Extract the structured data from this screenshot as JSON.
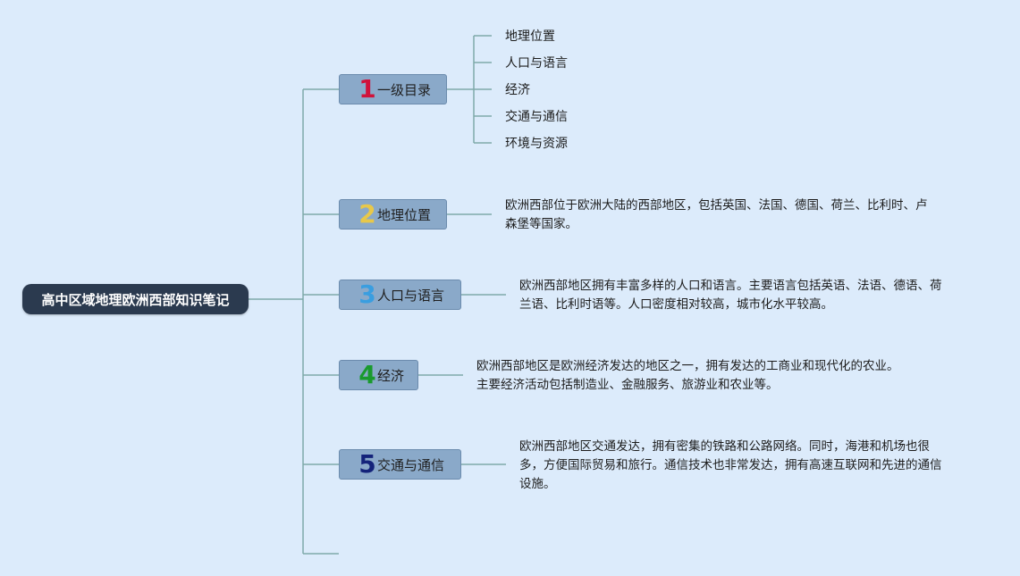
{
  "root": {
    "title": "高中区域地理欧洲西部知识笔记"
  },
  "branches": [
    {
      "number": "1",
      "label": "一级目录",
      "number_color": "#d1123a"
    },
    {
      "number": "2",
      "label": "地理位置",
      "number_color": "#e8c84a"
    },
    {
      "number": "3",
      "label": "人口与语言",
      "number_color": "#3a9ee0"
    },
    {
      "number": "4",
      "label": "经济",
      "number_color": "#1a9a2e"
    },
    {
      "number": "5",
      "label": "交通与通信",
      "number_color": "#14237a"
    }
  ],
  "toc": [
    "地理位置",
    "人口与语言",
    "经济",
    "交通与通信",
    "环境与资源"
  ],
  "notes": {
    "location": [
      "欧洲西部位于欧洲大陆的西部地区，包括英国、法国、德国、荷兰、比利时、卢",
      "森堡等国家。"
    ],
    "population": [
      "欧洲西部地区拥有丰富多样的人口和语言。主要语言包括英语、法语、德语、荷",
      "兰语、比利时语等。人口密度相对较高，城市化水平较高。"
    ],
    "economy": [
      "欧洲西部地区是欧洲经济发达的地区之一，拥有发达的工商业和现代化的农业。",
      "主要经济活动包括制造业、金融服务、旅游业和农业等。"
    ],
    "transport": [
      "欧洲西部地区交通发达，拥有密集的铁路和公路网络。同时，海港和机场也很",
      "多，方便国际贸易和旅行。通信技术也非常发达，拥有高速互联网和先进的通信",
      "设施。"
    ]
  },
  "colors": {
    "background": "#dcebfb",
    "root_fill": "#2b3a4f",
    "branch_fill": "#8aa9c9",
    "connector": "#7fa9a9"
  }
}
